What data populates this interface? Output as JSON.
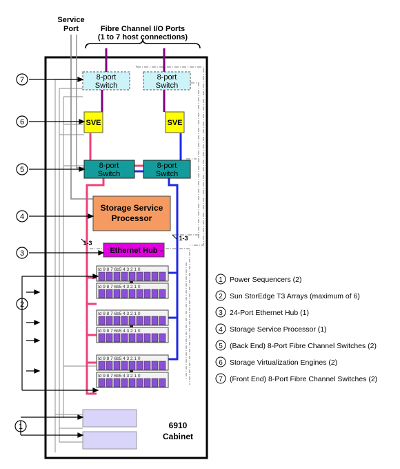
{
  "header": {
    "service_port": [
      "Service",
      "Port"
    ],
    "fc_ports": [
      "Fibre Channel I/O Ports",
      "(1 to 7 host connections)"
    ]
  },
  "front_switches": {
    "left": [
      "8-port",
      "Switch"
    ],
    "right": [
      "8-port",
      "Switch"
    ]
  },
  "sve": {
    "left": "SVE",
    "right": "SVE"
  },
  "back_switches": {
    "left": [
      "8-port",
      "Switch"
    ],
    "right": [
      "8-port",
      "Switch"
    ]
  },
  "ssp": [
    "Storage Service",
    "Processor"
  ],
  "hub": "Ethernet Hub",
  "range_labels": {
    "left": "1-3",
    "right": "1-3"
  },
  "array_label": "Id 9 8 7 6b5 4 3 2 1 0",
  "cabinet": [
    "6910",
    "Cabinet"
  ],
  "callouts": [
    "7",
    "6",
    "5",
    "4",
    "3",
    "2",
    "1"
  ],
  "legend": [
    {
      "num": "1",
      "text": "Power Sequencers (2)"
    },
    {
      "num": "2",
      "text": "Sun StorEdge T3 Arrays (maximum of 6)"
    },
    {
      "num": "3",
      "text": "24-Port Ethernet Hub (1)"
    },
    {
      "num": "4",
      "text": "Storage Service Processor (1)"
    },
    {
      "num": "5",
      "text": "(Back End) 8-Port Fibre Channel Switches (2)"
    },
    {
      "num": "6",
      "text": "Storage Virtualization Engines (2)"
    },
    {
      "num": "7",
      "text": "(Front End) 8-Port Fibre Channel Switches (2)"
    }
  ],
  "colors": {
    "front_switch": "#ccf4f8",
    "sve": "#ffff00",
    "back_switch": "#149c9c",
    "ssp": "#f59b62",
    "hub": "#e000e0",
    "array_bay": "#8a4fd6",
    "pink_link": "#f0407a",
    "blue_link": "#1e28e8",
    "purple_link": "#800080",
    "power_seq": "#d8d4fa"
  }
}
